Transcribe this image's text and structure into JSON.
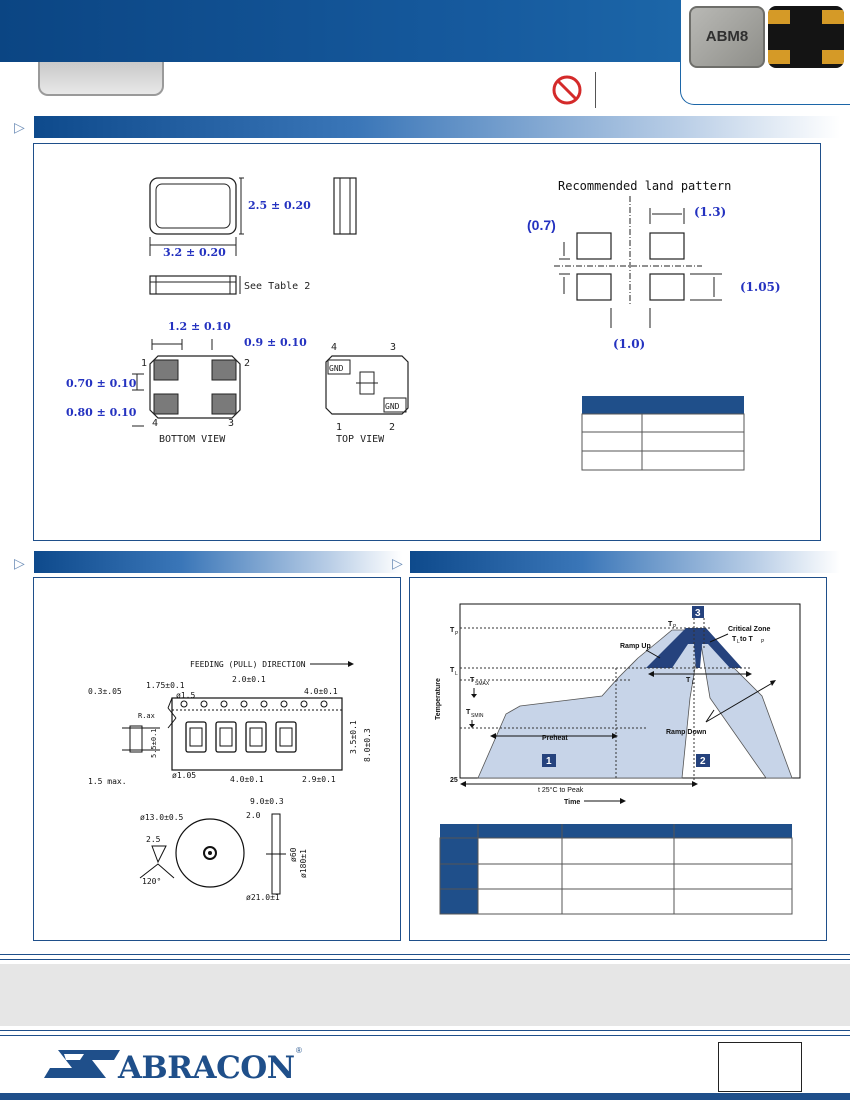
{
  "header": {
    "product_badge": "ABM8",
    "colors": {
      "brand_blue": "#1f4f8a",
      "header_blue": "#0e4d8c",
      "dimension_blue": "#2432c0",
      "pad_gold": "#d59a27"
    },
    "icons": [
      "no-sign-icon"
    ]
  },
  "outline": {
    "dim_height": "2.5 ± 0.20",
    "dim_width": "3.2 ± 0.20",
    "dim_thickness": "See Table 2",
    "pad_width": "1.2 ± 0.10",
    "pad_gap": "0.9 ± 0.10",
    "pad_height": "0.70 ± 0.10",
    "pad_spacing": "0.80 ± 0.10",
    "bottom_view": "BOTTOM VIEW",
    "top_view": "TOP VIEW",
    "pin_1": "1",
    "pin_2": "2",
    "pin_3": "3",
    "pin_4": "4",
    "gnd": "GND"
  },
  "land_pattern": {
    "title": "Recommended land pattern",
    "dim_a": "(0.7)",
    "dim_b": "(1.3)",
    "dim_c": "(1.05)",
    "dim_d": "(1.0)"
  },
  "tape": {
    "direction": "FEEDING (PULL) DIRECTION",
    "d1": "0.3±.05",
    "d2": "1.75±0.1",
    "d3": "ø1.5",
    "d4": "2.0±0.1",
    "d5": "4.0±0.1",
    "d6": "3.5±0.1",
    "d7": "8.0±0.3",
    "d8": "1.5 max.",
    "d9": "ø1.05",
    "d10": "4.0±0.1",
    "d11": "2.9±0.1",
    "d12": "R.ax",
    "d13": "5.5±0.1",
    "r1": "9.0±0.3",
    "r2": "2.0",
    "r3": "ø13.0±0.5",
    "r4": "2.5",
    "r5": "120°",
    "r6": "ø21.0±1",
    "r7": "ø180±1",
    "r8": "ø60"
  },
  "reflow": {
    "temperature": "Temperature",
    "time": "Time",
    "tp": "T",
    "tp_sub": "P",
    "tl": "T",
    "tl_sub": "L",
    "tsmax": "T",
    "tsmax_sub": "SMAX",
    "tsmin": "T",
    "tsmin_sub": "SMIN",
    "t25": "25",
    "ramp_up": "Ramp Up",
    "ramp_down": "Ramp Down",
    "preheat": "Preheat",
    "critical_zone": "Critical Zone",
    "tl_to_tp": "T",
    "tl_to_tp_l": "L",
    "tl_to_tp_mid": " to T",
    "tl_to_tp_p": "P",
    "tp_top": "T",
    "tp_top_sub": "P",
    "tl_span": "T",
    "tl_span_sub": "L",
    "peak": "t 25°C to Peak",
    "zone_1": "1",
    "zone_2": "2",
    "zone_3": "3"
  },
  "footer": {
    "company": "ABRACON",
    "reg": "®"
  }
}
